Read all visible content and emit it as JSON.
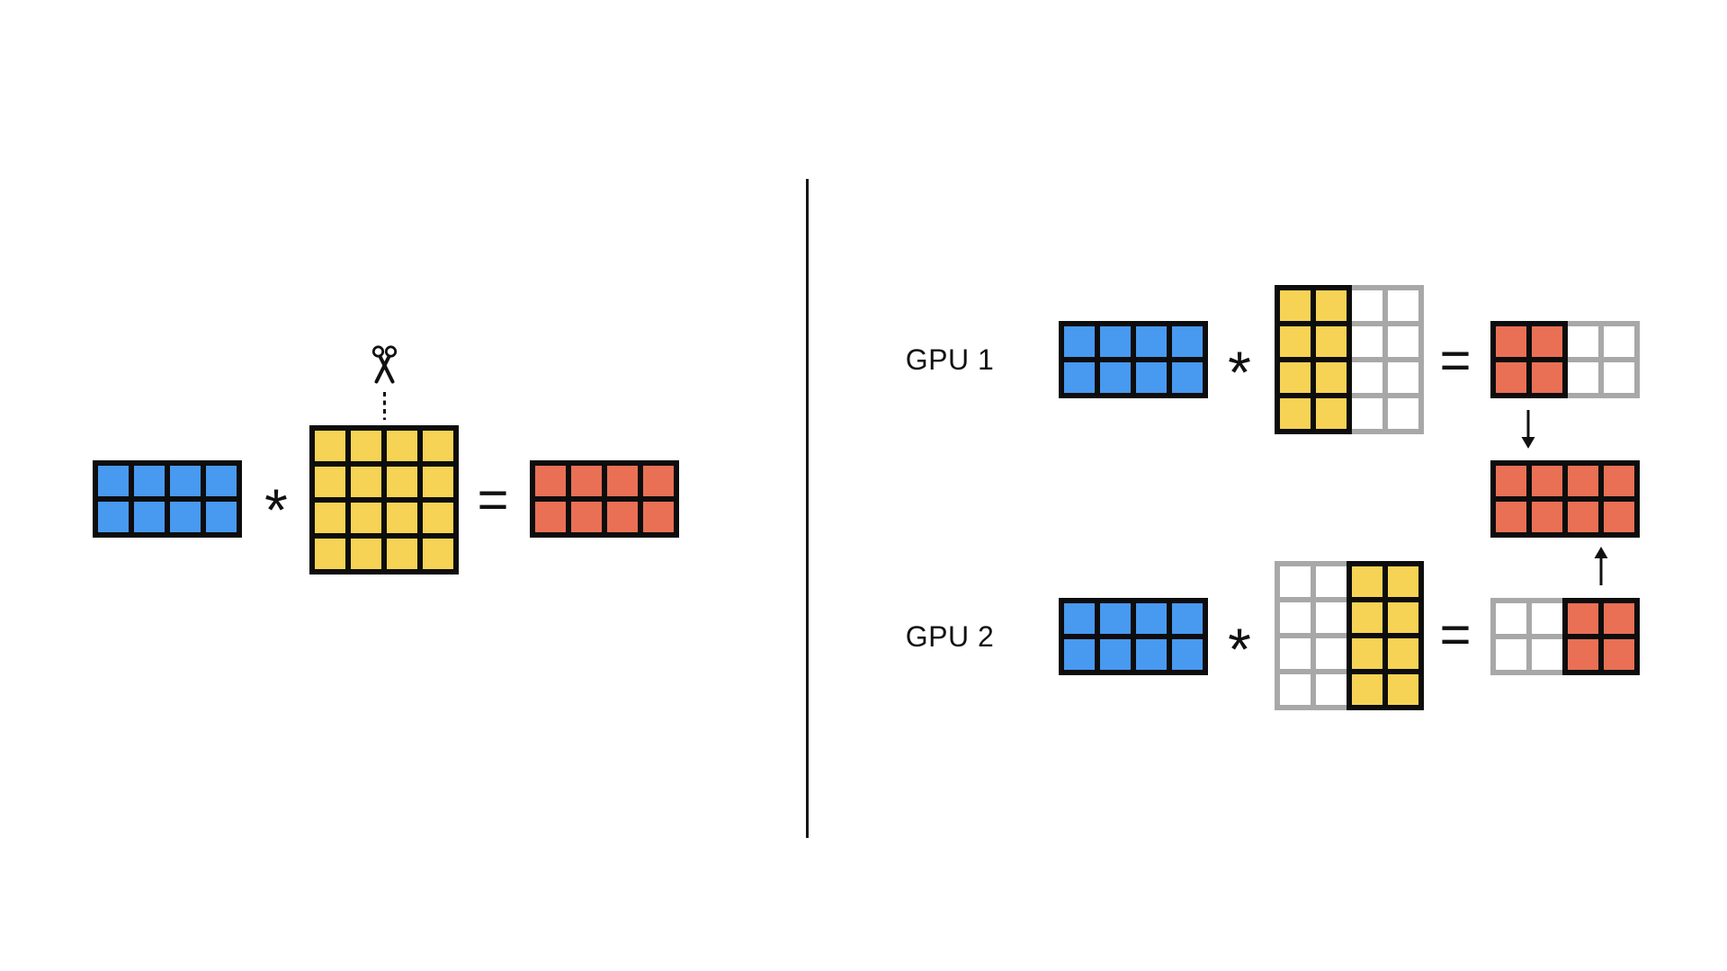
{
  "palette": {
    "blue": "#4899F0",
    "yellow": "#F6D355",
    "red": "#E97055",
    "black": "#0D0D0D",
    "gray": "#A8A8A8",
    "white": "#FFFFFF"
  },
  "left_panel": {
    "multiply_op": "*",
    "equals_op": "=",
    "input_matrix": {
      "rows": 2,
      "halves": [
        {
          "cols": 4,
          "cell": "blue",
          "line": "black"
        }
      ]
    },
    "weight_matrix": {
      "rows": 4,
      "halves": [
        {
          "cols": 4,
          "cell": "yellow",
          "line": "black"
        }
      ]
    },
    "output_matrix": {
      "rows": 2,
      "halves": [
        {
          "cols": 4,
          "cell": "red",
          "line": "black"
        }
      ]
    },
    "scissors_icon": "scissors",
    "cut_line": "dashed-vertical"
  },
  "right_panel": {
    "rows": [
      {
        "label": "GPU 1",
        "multiply_op": "*",
        "equals_op": "=",
        "input_matrix": {
          "rows": 2,
          "halves": [
            {
              "cols": 4,
              "cell": "blue",
              "line": "black"
            }
          ]
        },
        "weight_matrix": {
          "rows": 4,
          "halves": [
            {
              "cols": 2,
              "cell": "yellow",
              "line": "black"
            },
            {
              "cols": 2,
              "cell": "white",
              "line": "gray"
            }
          ]
        },
        "output_matrix": {
          "rows": 2,
          "halves": [
            {
              "cols": 2,
              "cell": "red",
              "line": "black"
            },
            {
              "cols": 2,
              "cell": "white",
              "line": "gray"
            }
          ]
        }
      },
      {
        "label": "GPU 2",
        "multiply_op": "*",
        "equals_op": "=",
        "input_matrix": {
          "rows": 2,
          "halves": [
            {
              "cols": 4,
              "cell": "blue",
              "line": "black"
            }
          ]
        },
        "weight_matrix": {
          "rows": 4,
          "halves": [
            {
              "cols": 2,
              "cell": "white",
              "line": "gray"
            },
            {
              "cols": 2,
              "cell": "yellow",
              "line": "black"
            }
          ]
        },
        "output_matrix": {
          "rows": 2,
          "halves": [
            {
              "cols": 2,
              "cell": "white",
              "line": "gray"
            },
            {
              "cols": 2,
              "cell": "red",
              "line": "black"
            }
          ]
        }
      }
    ],
    "combined_matrix": {
      "rows": 2,
      "halves": [
        {
          "cols": 4,
          "cell": "red",
          "line": "black"
        }
      ]
    },
    "gather_arrows": [
      "down-arrow",
      "up-arrow"
    ]
  }
}
